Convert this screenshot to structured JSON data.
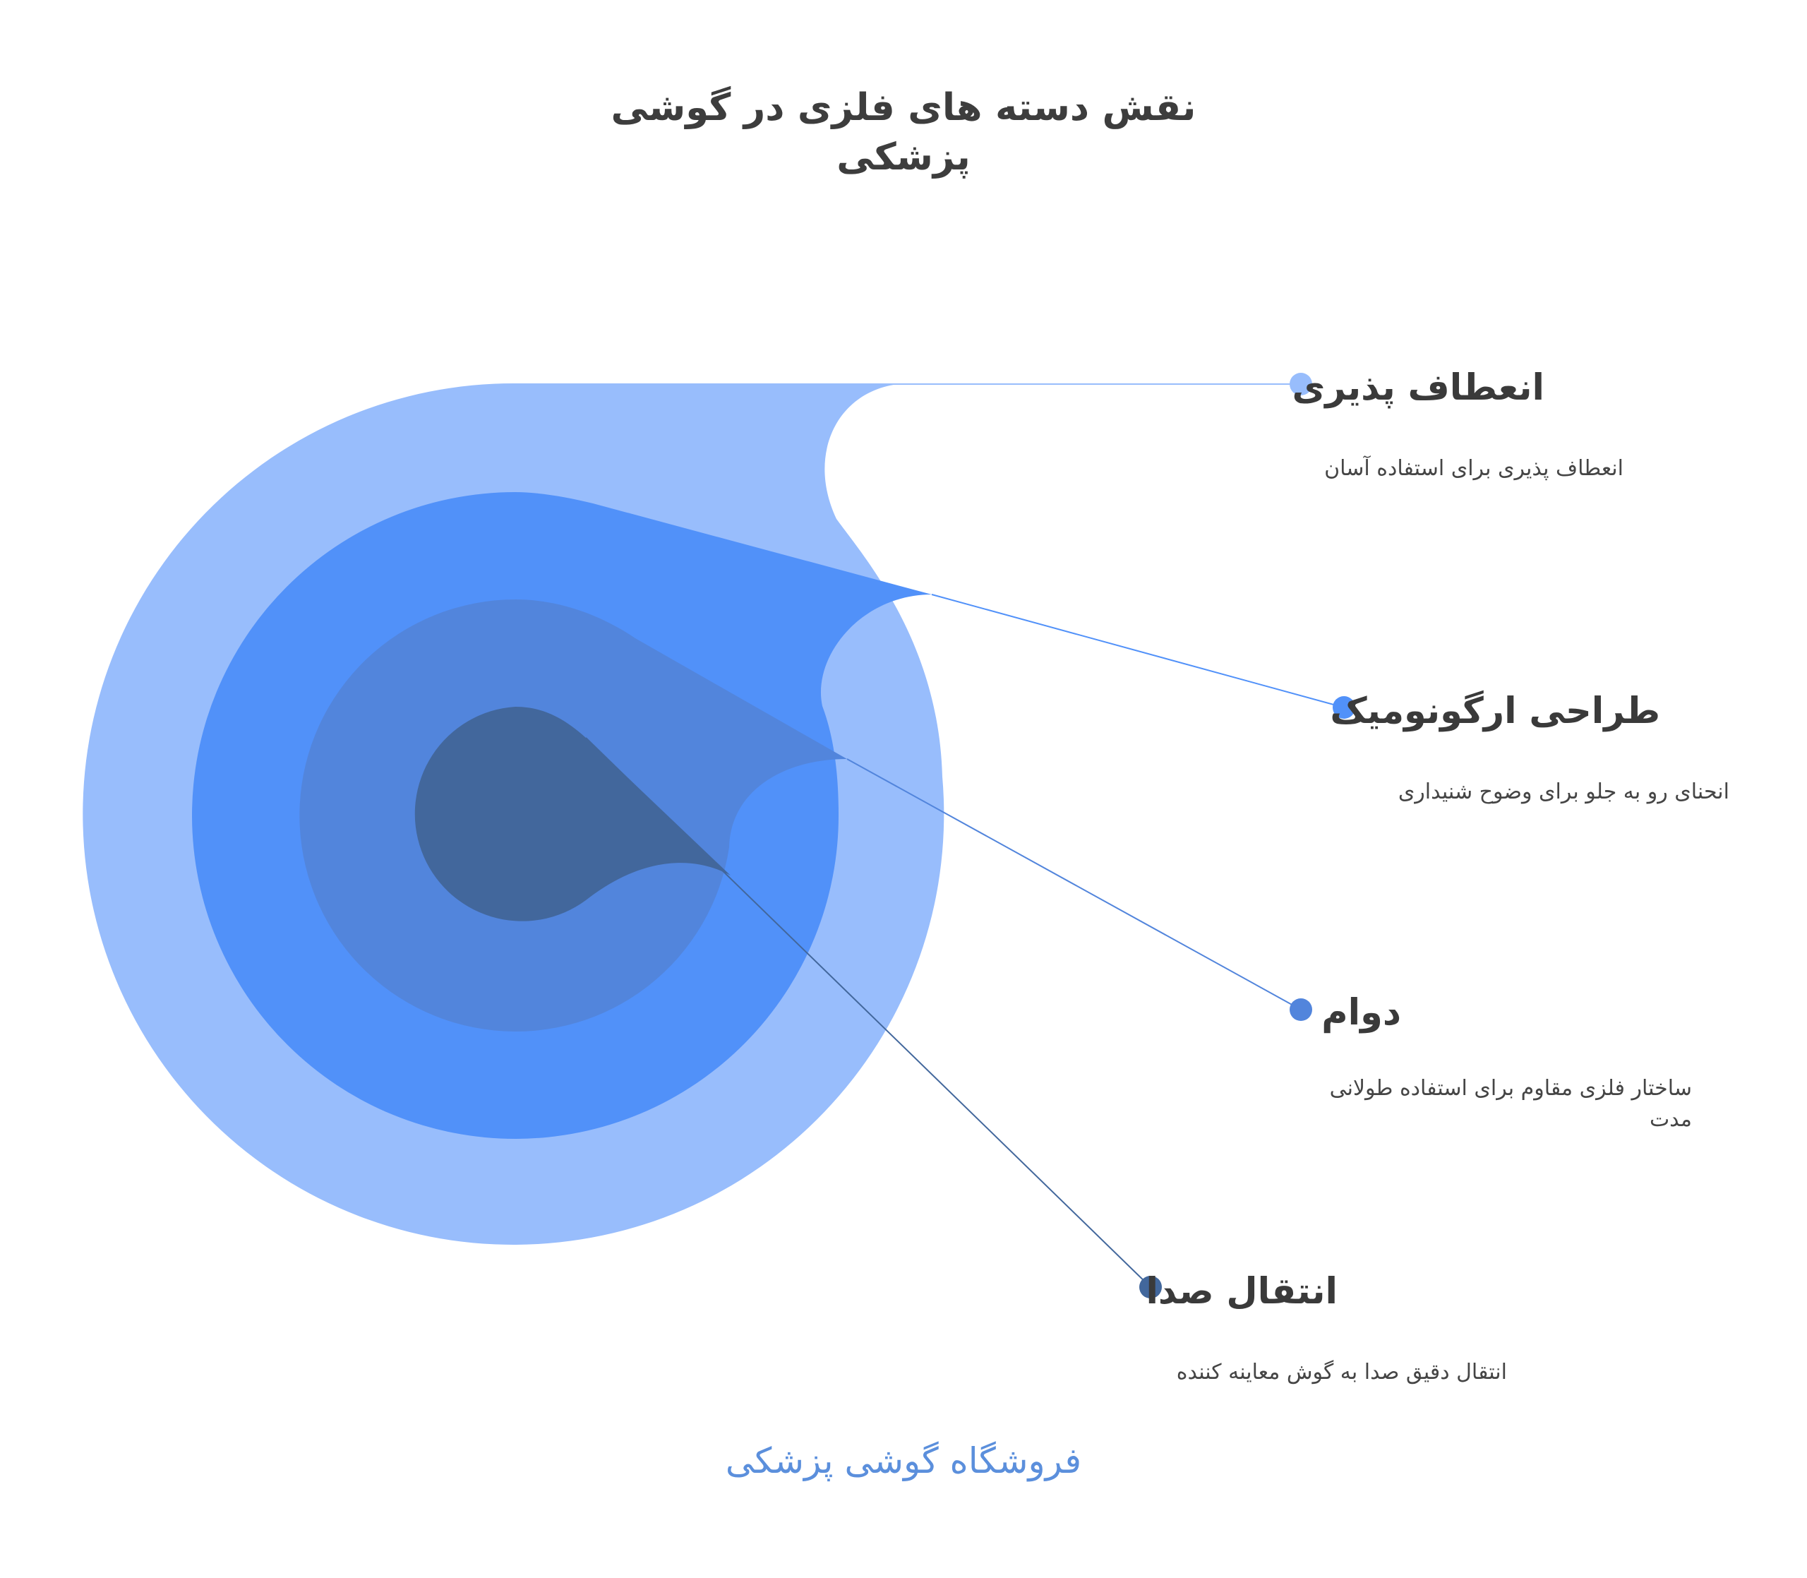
{
  "title_line1": "نقش دسته های فلزی در گوشی",
  "title_line2": "پزشکی",
  "layers": [
    {
      "label": "انعطاف پذیری",
      "description": "انعطاف پذیری برای استفاده آسان",
      "color": "#98bdfc"
    },
    {
      "label": "طراحی ارگونومیک",
      "description": "انحنای رو به جلو برای وضوح شنیداری",
      "color": "#5191f9"
    },
    {
      "label": "دوام",
      "description": "ساختار فلزی مقاوم برای استفاده طولانی مدت",
      "color": "#5285dc"
    },
    {
      "label": "انتقال صدا",
      "description": "انتقال دقیق صدا به گوش معاینه کننده",
      "color": "#42679c"
    }
  ],
  "footer": "فروشگاه گوشی پزشکی",
  "colors": {
    "title": "#3d3d3d",
    "label": "#3a3a3a",
    "description": "#454545",
    "footer": "#5b8fdc"
  }
}
